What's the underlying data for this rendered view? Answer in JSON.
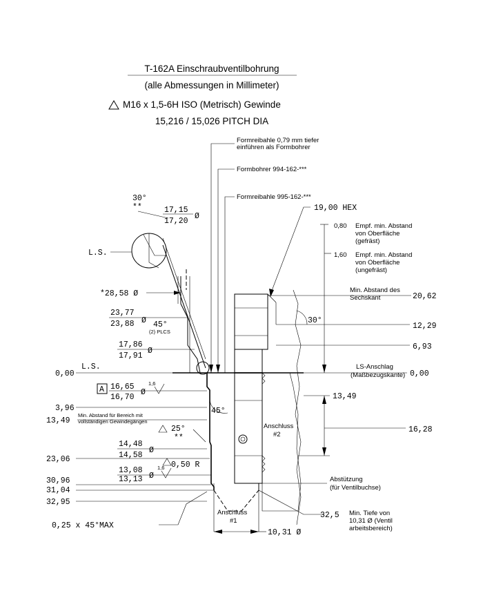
{
  "title": {
    "line1": "T-162A Einschraubventilbohrung",
    "line2": "(alle Abmessungen in Millimeter)",
    "line3": "M16 x 1,5-6H ISO (Metrisch) Gewinde",
    "line4": "15,216 / 15,026 PITCH DIA"
  },
  "callouts": {
    "formreibahle_tiefer_1": "Formreibahle 0,79 mm tiefer",
    "formreibahle_tiefer_2": "einführen als Formbohrer",
    "formbohrer": "Formbohrer 994-162-***",
    "formreibahle": "Formreibahle 995-162-***",
    "hex": "19,00 HEX",
    "d080": "0,80",
    "d080_t1": "Empf. min. Abstand",
    "d080_t2": "von Oberfläche",
    "d080_t3": "(gefräst)",
    "d160": "1,60",
    "d160_t1": "Empf. min. Abstand",
    "d160_t2": "von Oberfläche",
    "d160_t3": "(ungefräst)",
    "sechskant_1": "Min. Abstand des",
    "sechskant_2": "Sechskant",
    "v2062": "20,62",
    "v1229": "12,29",
    "v693": "6,93",
    "ls_anschlag": "LS-Anschlag",
    "masbezug": "(Maßbezugskante)",
    "v000_r": "0,00",
    "v1349_r": "13,49",
    "v1628": "16,28",
    "abstuetzung_1": "Abstützung",
    "abstuetzung_2": "(für Ventilbuchse)",
    "v325": "32,5",
    "mintiefe_1": "Min. Tiefe von",
    "mintiefe_2": "10,31 Ø (Ventil",
    "mintiefe_3": "arbeitsbereich)",
    "v1031": "10,31 Ø",
    "anschluss1_a": "Anschluss",
    "anschluss1_b": "#1",
    "anschluss2_a": "Anschluss",
    "anschluss2_b": "#2",
    "angle30_r": "30°",
    "angle45_b": "45°"
  },
  "left_dims": {
    "angle30": "30°",
    "stars1": "**",
    "d1715": "17,15",
    "d1720": "17,20",
    "dia_sym": "Ø",
    "ls_top": "L.S.",
    "d2858": "*28,58 Ø",
    "d2377": "23,77",
    "d2388": "23,88",
    "angle45": "45°",
    "plcs": "(2) PLCS",
    "d1786": "17,86",
    "d1791": "17,91",
    "v000": "0,00",
    "ls_bottom": "L.S.",
    "box_a": "A",
    "d1665": "16,65",
    "d1670": "16,70",
    "finish1": "1,6",
    "v396": "3,96",
    "v1349": "13,49",
    "minab_1": "Min. Abstand für Bereich mit",
    "minab_2": "vollständigen Gewindegängen",
    "angle25": "25°",
    "stars2": "**",
    "d1448": "14,48",
    "d1458": "14,58",
    "v2306": "23,06",
    "radius": "0,50 R",
    "d1308": "13,08",
    "d1313": "13,13",
    "finish2": "1,6",
    "v3096": "30,96",
    "v3104": "31,04",
    "v3295": "32,95",
    "chamfer": "0,25 x 45°MAX"
  }
}
